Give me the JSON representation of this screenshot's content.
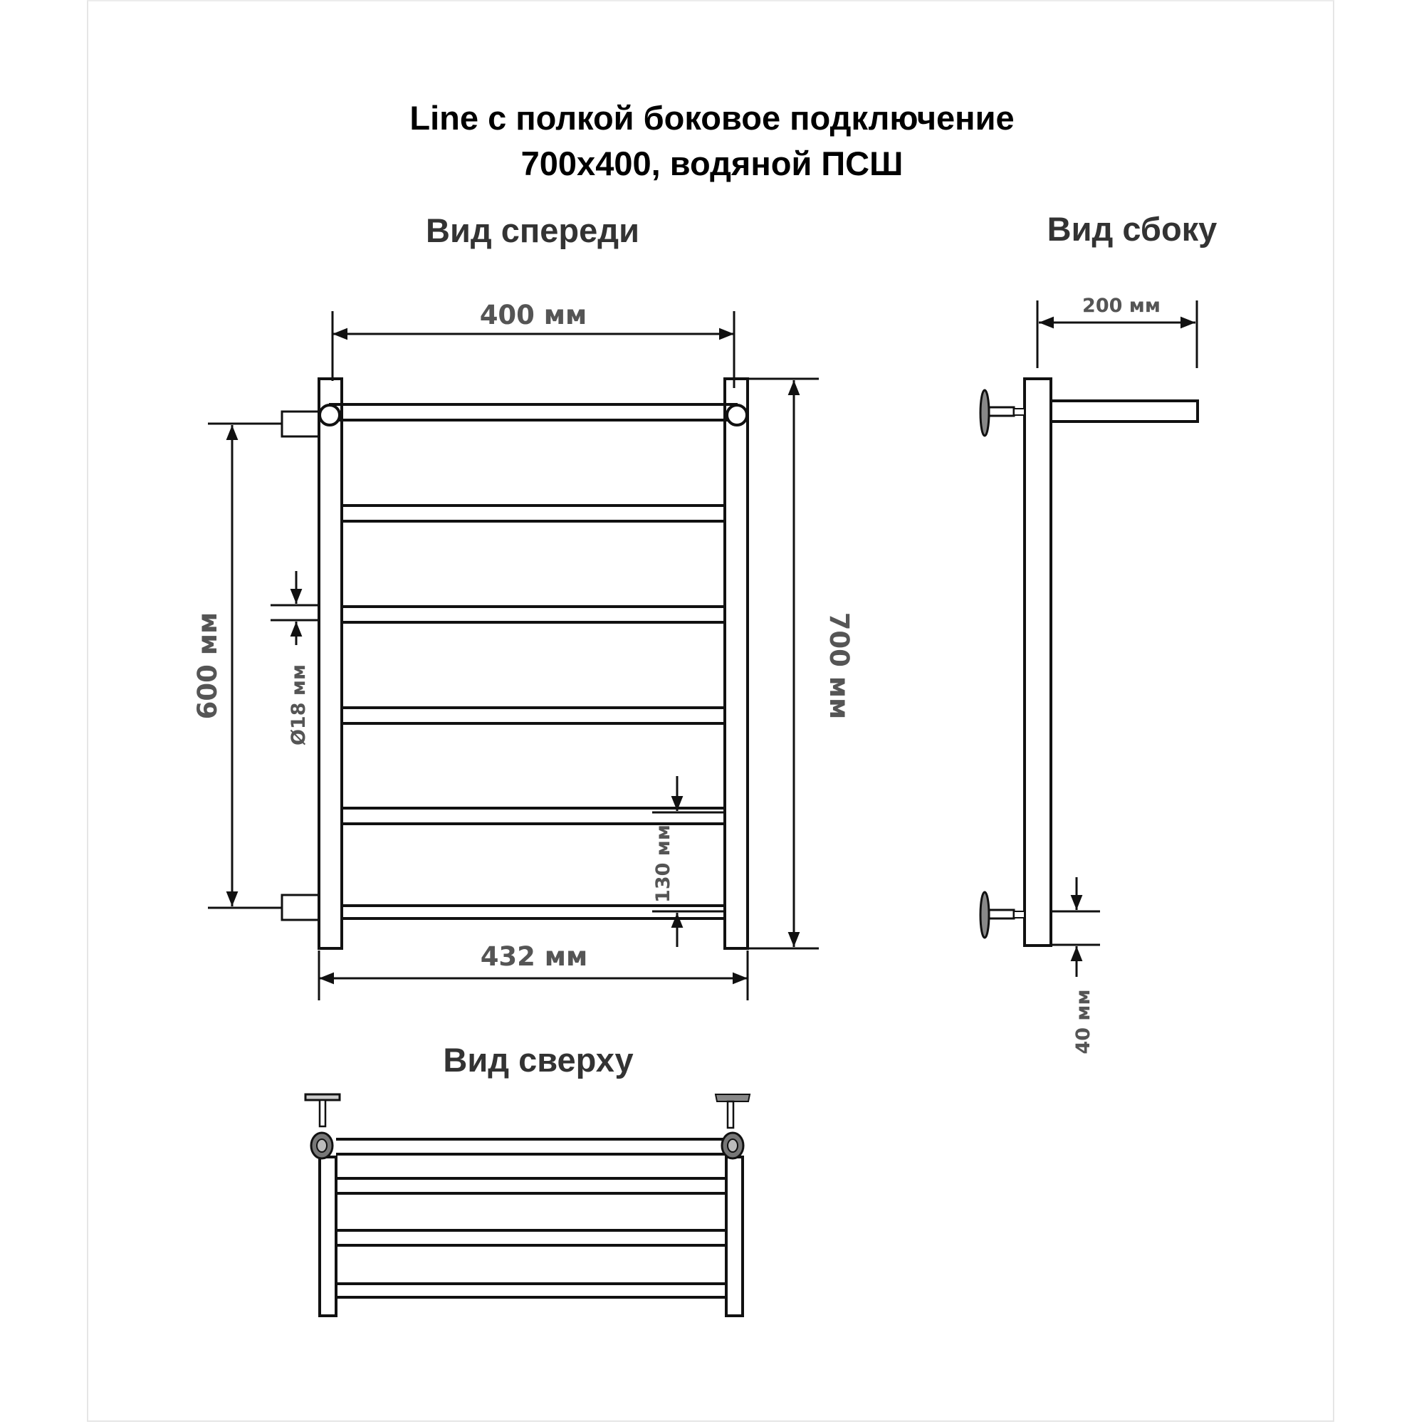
{
  "title": {
    "line1": "Line с полкой боковое подключение",
    "line2": "700x400, водяной ПСШ"
  },
  "views": {
    "front": {
      "heading": "Вид спереди",
      "dimensions": {
        "top_width": "400 мм",
        "overall_width": "432 мм",
        "center_distance": "600 мм",
        "overall_height": "700 мм",
        "pipe_diameter": "Ø18 мм",
        "bar_spacing": "130 мм"
      },
      "rail_count": 6
    },
    "side": {
      "heading": "Вид сбоку",
      "dimensions": {
        "depth": "200 мм",
        "bottom_offset": "40 мм"
      }
    },
    "top": {
      "heading": "Вид сверху"
    }
  },
  "colors": {
    "line": "#111111",
    "dimension_text": "#555555",
    "heading_text": "#333333",
    "frame": "#e6e6e6"
  }
}
